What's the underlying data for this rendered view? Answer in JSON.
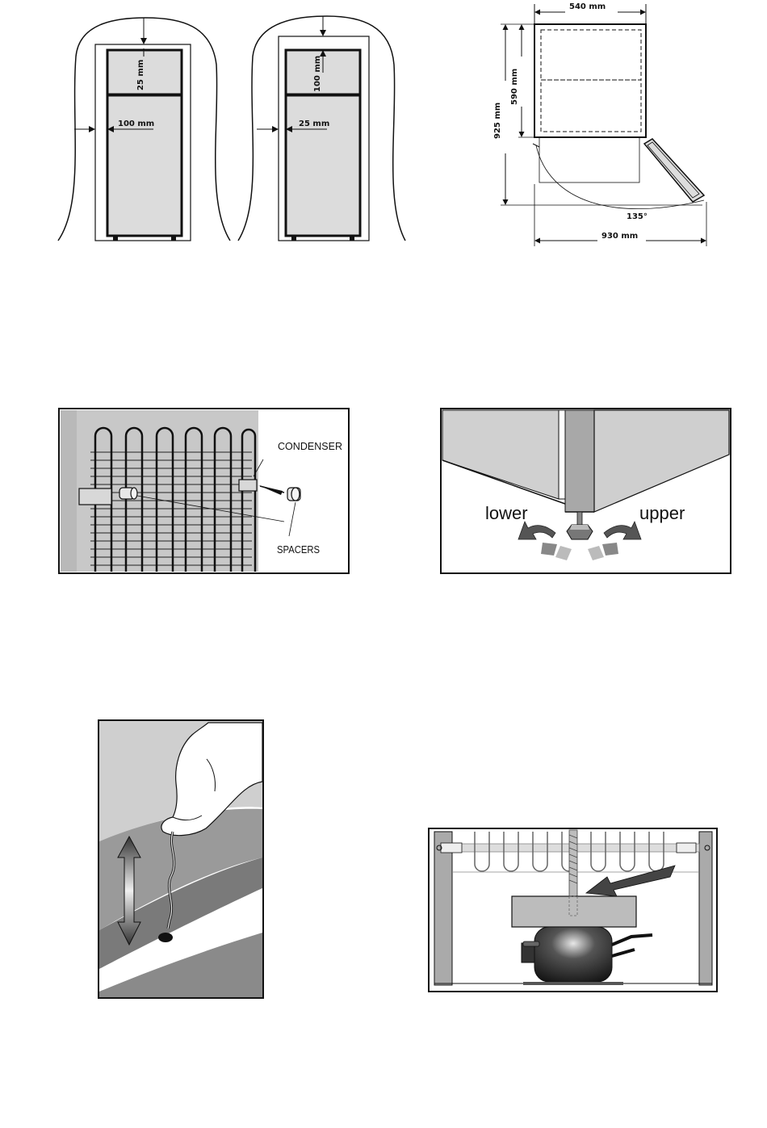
{
  "installation_clearances": {
    "left": {
      "top_gap": "25 mm",
      "side_gap": "100 mm"
    },
    "right": {
      "top_gap": "100 mm",
      "side_gap": "25 mm"
    }
  },
  "dimensions": {
    "width": "540 mm",
    "depth": "590 mm",
    "height": "925 mm",
    "door_angle": "135°",
    "depth_door_open": "930 mm"
  },
  "condenser_figure": {
    "condenser_label": "CONDENSER",
    "spacers_label": "SPACERS"
  },
  "leveling_figure": {
    "lower_label": "lower",
    "upper_label": "upper"
  }
}
